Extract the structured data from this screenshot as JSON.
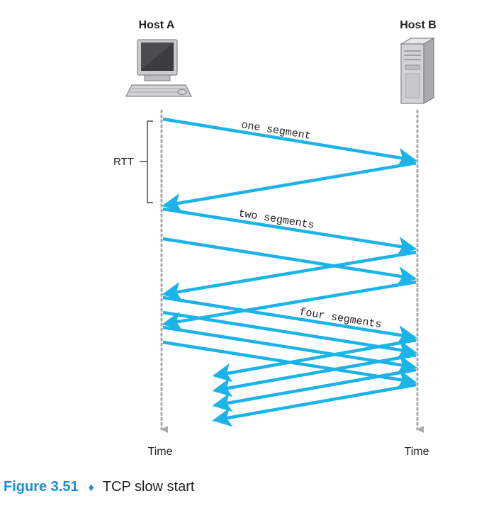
{
  "hosts": {
    "a_label": "Host A",
    "b_label": "Host B",
    "time_label_a": "Time",
    "time_label_b": "Time"
  },
  "rtt_label": "RTT",
  "segment_labels": {
    "one": "one segment",
    "two": "two segments",
    "four": "four segments"
  },
  "caption": {
    "figure": "Figure 3.51",
    "separator": "♦",
    "title": "TCP slow start"
  },
  "colors": {
    "arrow": "#1bb3e8",
    "timeline": "#a7a9ac",
    "caption_accent": "#1a8fd6",
    "text": "#231f20"
  },
  "icons": {
    "host_a": "desktop-computer-icon",
    "host_b": "server-tower-icon"
  }
}
